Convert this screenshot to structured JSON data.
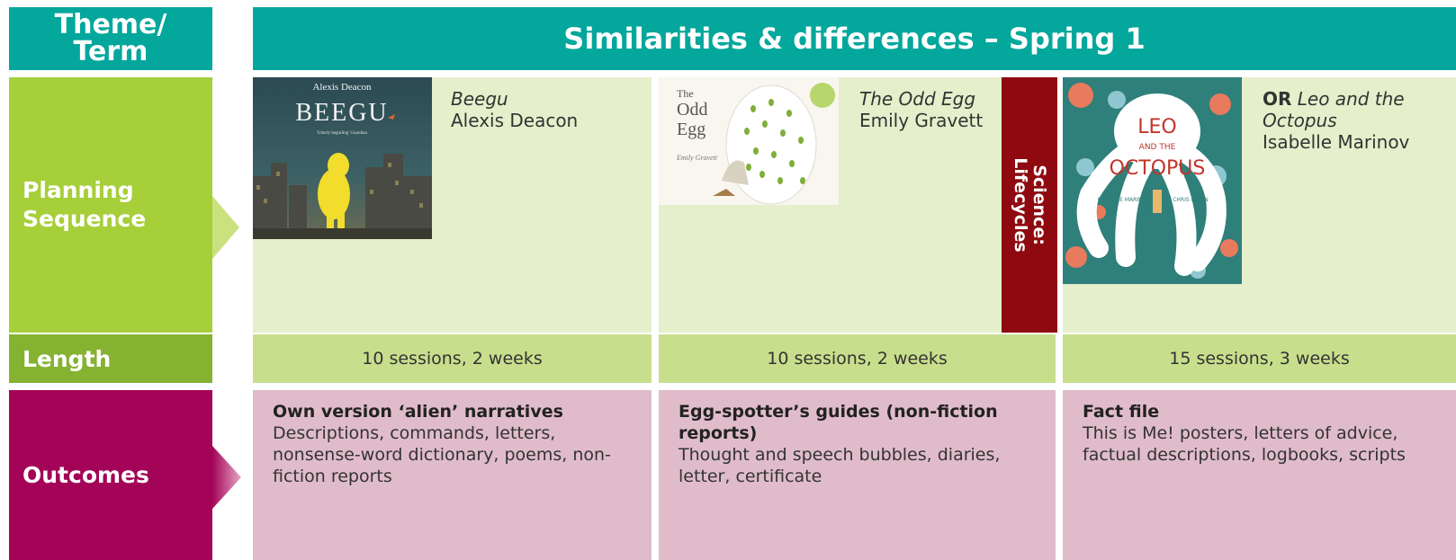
{
  "labels": {
    "theme_line1": "Theme/",
    "theme_line2": "Term",
    "planning_line1": "Planning",
    "planning_line2": "Sequence",
    "length": "Length",
    "outcomes": "Outcomes"
  },
  "header": {
    "title": "Similarities & differences – Spring 1"
  },
  "books": [
    {
      "title": "Beegu",
      "author": "Alexis Deacon",
      "cover": {
        "author": "Alexis Deacon",
        "title": "BEEGU",
        "quote": "'Utterly beguiling' Guardian"
      }
    },
    {
      "title": "The Odd Egg",
      "author": "Emily Gravett",
      "cover": {
        "line1": "The",
        "line2": "Odd",
        "line3": "Egg",
        "signature": "Emily Gravett"
      }
    },
    {
      "prefix": "OR",
      "title_part1": "Leo and the",
      "title_part2": "Octopus",
      "author": "Isabelle Marinov",
      "cover": {
        "line1": "LEO",
        "line2": "AND THE",
        "line3": "OCTOPUS",
        "author1": "ISABELLE MARINOV",
        "author2": "CHRIS NIXON"
      }
    }
  ],
  "science": {
    "line1": "Science:",
    "line2": "Lifecycles"
  },
  "lengths": [
    "10 sessions, 2 weeks",
    "10 sessions, 2 weeks",
    "15 sessions, 3 weeks"
  ],
  "outcomes": [
    {
      "title": "Own version ‘alien’ narratives",
      "body": "Descriptions, commands, letters, nonsense-word dictionary, poems, non-fiction reports"
    },
    {
      "title": "Egg-spotter’s guides (non-fiction reports)",
      "body": "Thought and speech bubbles, diaries, letter, certificate"
    },
    {
      "title": "Fact file",
      "body": "This is Me! posters, letters of advice, factual descriptions, logbooks, scripts"
    }
  ],
  "colors": {
    "teal": "#03a79c",
    "green": "#a6cf39",
    "dark_green": "#86b232",
    "magenta": "#a30457",
    "science_red": "#8f0a10"
  }
}
